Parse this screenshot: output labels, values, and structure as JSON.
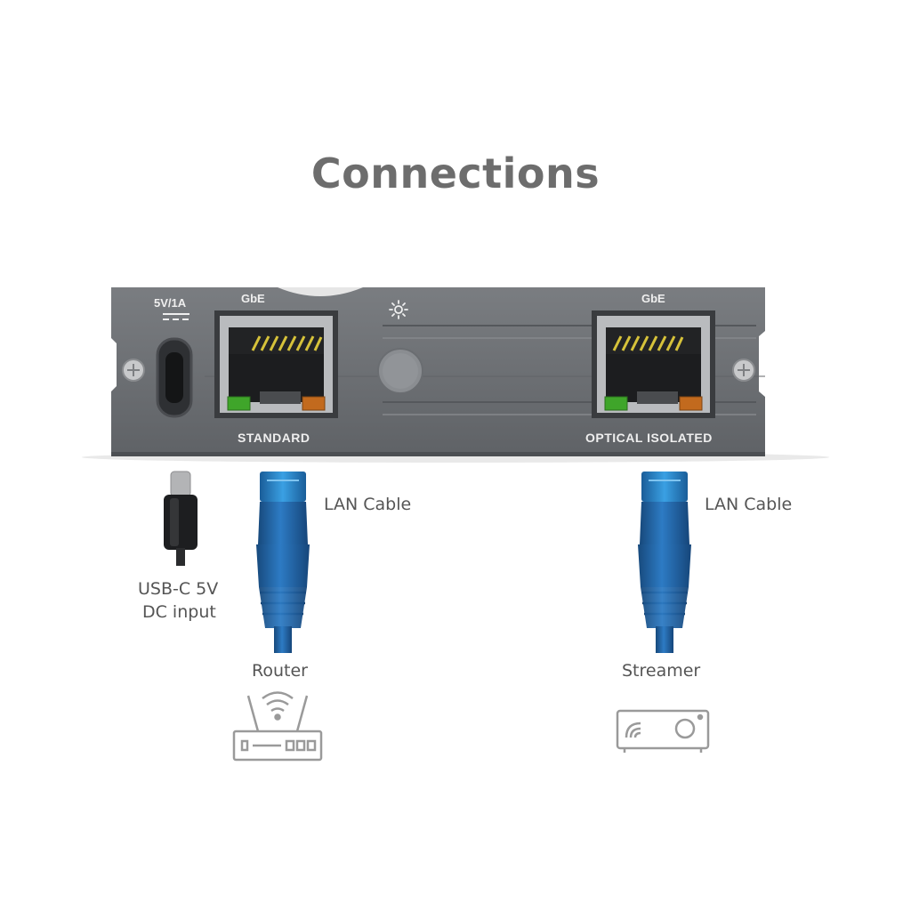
{
  "title": "Connections",
  "device": {
    "power_rating": "5V/1A",
    "left_port_speed": "GbE",
    "right_port_speed": "GbE",
    "left_port_label": "STANDARD",
    "right_port_label": "OPTICAL ISOLATED",
    "panel_color": "#6b6e72",
    "led_link_color": "#3fa52a",
    "led_activity_color": "#c26a1e"
  },
  "cables": {
    "usb_label_line1": "USB-C 5V",
    "usb_label_line2": "DC input",
    "lan_left_label": "LAN Cable",
    "lan_right_label": "LAN Cable",
    "lan_cable_color": "#1f5f9e"
  },
  "endpoints": {
    "router_label": "Router",
    "streamer_label": "Streamer"
  },
  "icons": [
    "power-symbol-icon",
    "brightness-icon",
    "router-icon",
    "streamer-icon"
  ]
}
